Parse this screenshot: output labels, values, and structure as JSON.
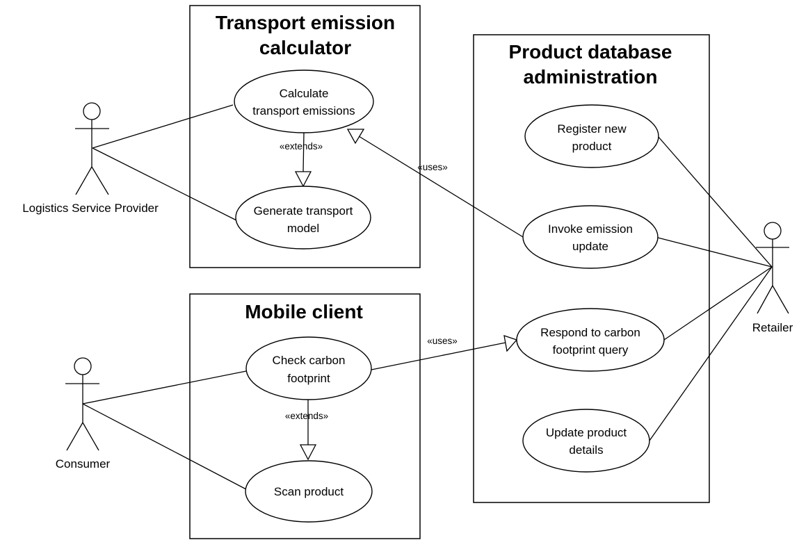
{
  "systems": {
    "transport": {
      "title_line1": "Transport emission",
      "title_line2": "calculator"
    },
    "product_db": {
      "title_line1": "Product database",
      "title_line2": "administration"
    },
    "mobile": {
      "title_line1": "Mobile client"
    }
  },
  "use_cases": {
    "calculate_emissions": {
      "line1": "Calculate",
      "line2": "transport emissions"
    },
    "generate_model": {
      "line1": "Generate transport",
      "line2": "model"
    },
    "register_product": {
      "line1": "Register new",
      "line2": "product"
    },
    "invoke_update": {
      "line1": "Invoke emission",
      "line2": "update"
    },
    "respond_query": {
      "line1": "Respond to carbon",
      "line2": "footprint query"
    },
    "update_details": {
      "line1": "Update product",
      "line2": "details"
    },
    "check_footprint": {
      "line1": "Check carbon",
      "line2": "footprint"
    },
    "scan_product": {
      "line1": "Scan product"
    }
  },
  "actors": {
    "logistics": "Logistics Service Provider",
    "retailer": "Retailer",
    "consumer": "Consumer"
  },
  "relations": {
    "extends_transport": "«extends»",
    "uses_invoke": "«uses»",
    "uses_check": "«uses»",
    "extends_mobile": "«extends»"
  }
}
